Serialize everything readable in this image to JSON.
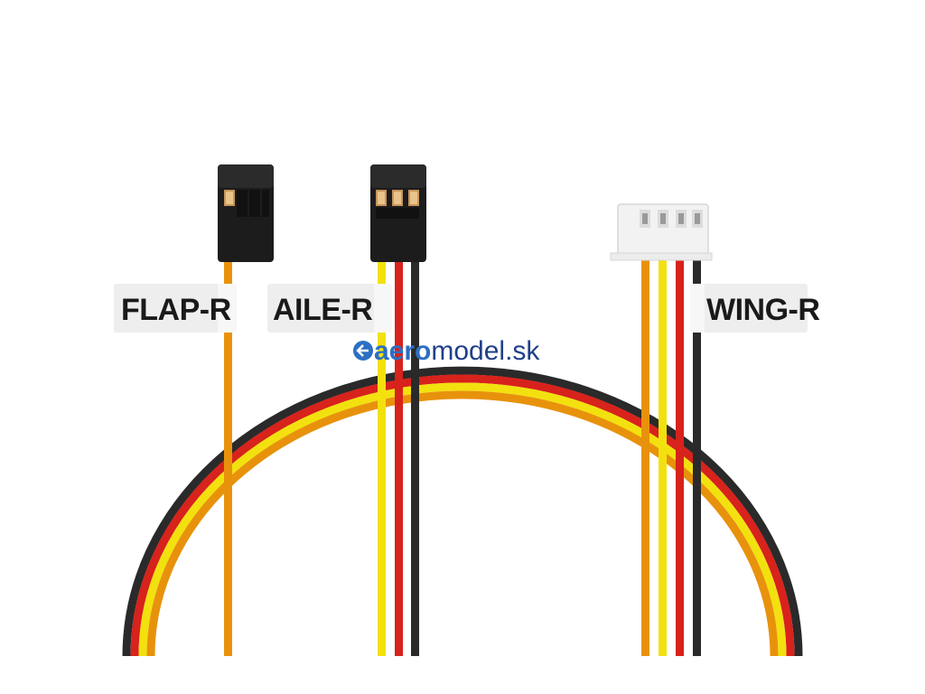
{
  "labels": {
    "flap": "FLAP-R",
    "aile": "AILE-R",
    "wing": "WING-R"
  },
  "watermark": {
    "prefix": "aero",
    "suffix": "model.sk"
  },
  "colors": {
    "orange": "#e8920c",
    "yellow": "#f2e10f",
    "red": "#d8221c",
    "black": "#2a2a2a",
    "connector": "#1c1c1c",
    "jst_housing": "#f2f2f2",
    "brand_blue": "#2c6fc4",
    "brand_dark_blue": "#1f3f8a"
  }
}
